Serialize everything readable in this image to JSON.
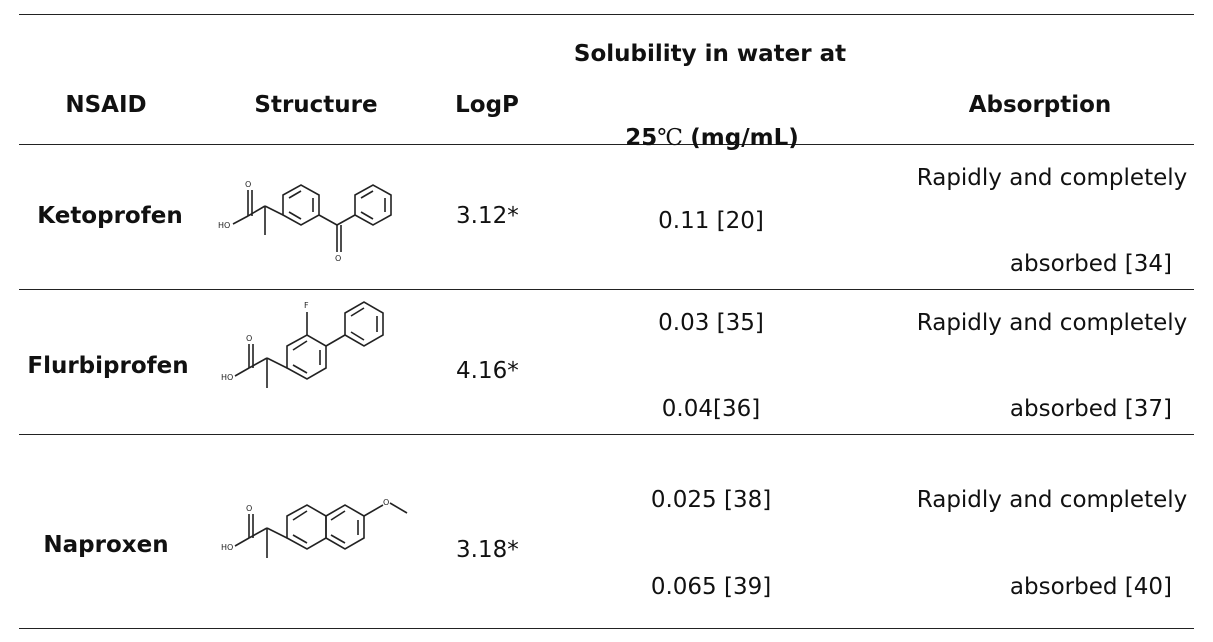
{
  "table": {
    "headers": {
      "nsaid": "NSAID",
      "structure": "Structure",
      "logp": "LogP",
      "solubility_line1": "Solubility in water at",
      "solubility_line2_value": "25",
      "solubility_line2_unit_symbol": "℃",
      "solubility_line2_unit": "(mg/mL)",
      "absorption": "Absorption"
    },
    "rows": [
      {
        "name": "Ketoprofen",
        "logp": "3.12*",
        "solubility": [
          "0.11 [20]"
        ],
        "absorption": [
          "Rapidly and completely",
          "absorbed [34]"
        ],
        "structure_atoms": {
          "oh": "HO",
          "o1": "O",
          "o2": "O"
        }
      },
      {
        "name": "Flurbiprofen",
        "logp": "4.16*",
        "solubility": [
          "0.03 [35]",
          "0.04[36]"
        ],
        "absorption": [
          "Rapidly and completely",
          "absorbed [37]"
        ],
        "structure_atoms": {
          "oh": "HO",
          "o1": "O",
          "f": "F"
        }
      },
      {
        "name": "Naproxen",
        "logp": "3.18*",
        "solubility": [
          "0.025 [38]",
          "0.065 [39]"
        ],
        "absorption": [
          "Rapidly and completely",
          "absorbed [40]"
        ],
        "structure_atoms": {
          "oh": "HO",
          "o1": "O",
          "o2": "O"
        }
      }
    ]
  }
}
